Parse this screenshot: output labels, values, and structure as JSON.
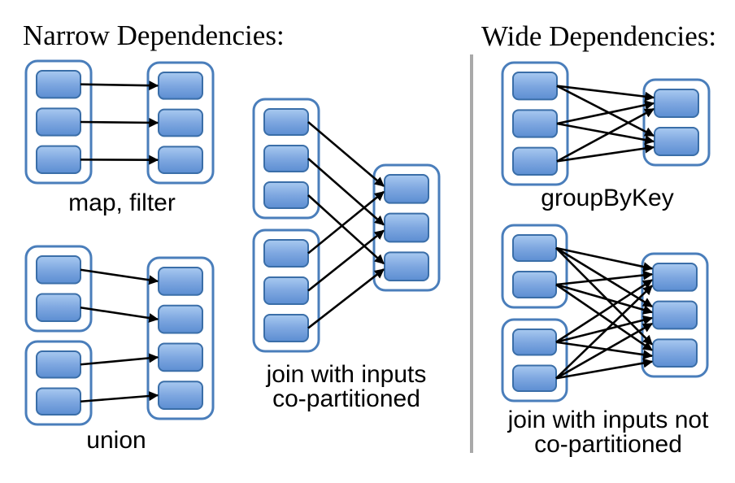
{
  "titles": {
    "narrow": "Narrow Dependencies:",
    "wide": "Wide Dependencies:"
  },
  "colors": {
    "container_border": "#4A7EBB",
    "block_border": "#3A6EA8",
    "block_gradient_top": "#A8C9F0",
    "block_gradient_mid": "#7EA7E0",
    "block_gradient_bottom": "#5C8ED2",
    "arrow": "#000000",
    "divider": "#A9A9A9",
    "text": "#000000"
  },
  "diagrams": [
    {
      "id": "map-filter",
      "section": "narrow",
      "label": "map, filter",
      "containers": [
        {
          "key": "A",
          "role": "input",
          "partitions": 3
        },
        {
          "key": "B",
          "role": "output",
          "partitions": 3
        }
      ],
      "edges": [
        [
          "A",
          0,
          "B",
          0
        ],
        [
          "A",
          1,
          "B",
          1
        ],
        [
          "A",
          2,
          "B",
          2
        ]
      ]
    },
    {
      "id": "union",
      "section": "narrow",
      "label": "union",
      "containers": [
        {
          "key": "A",
          "role": "input",
          "partitions": 2
        },
        {
          "key": "B",
          "role": "input",
          "partitions": 2
        },
        {
          "key": "C",
          "role": "output",
          "partitions": 4
        }
      ],
      "edges": [
        [
          "A",
          0,
          "C",
          0
        ],
        [
          "A",
          1,
          "C",
          1
        ],
        [
          "B",
          0,
          "C",
          2
        ],
        [
          "B",
          1,
          "C",
          3
        ]
      ]
    },
    {
      "id": "join-co-partitioned",
      "section": "narrow",
      "label": "join with inputs co-partitioned",
      "containers": [
        {
          "key": "A",
          "role": "input",
          "partitions": 3
        },
        {
          "key": "B",
          "role": "input",
          "partitions": 3
        },
        {
          "key": "C",
          "role": "output",
          "partitions": 3
        }
      ],
      "edges": [
        [
          "A",
          0,
          "C",
          0
        ],
        [
          "B",
          0,
          "C",
          0
        ],
        [
          "A",
          1,
          "C",
          1
        ],
        [
          "B",
          1,
          "C",
          1
        ],
        [
          "A",
          2,
          "C",
          2
        ],
        [
          "B",
          2,
          "C",
          2
        ]
      ]
    },
    {
      "id": "groupByKey",
      "section": "wide",
      "label": "groupByKey",
      "containers": [
        {
          "key": "A",
          "role": "input",
          "partitions": 3
        },
        {
          "key": "B",
          "role": "output",
          "partitions": 2
        }
      ],
      "edges": [
        [
          "A",
          0,
          "B",
          0
        ],
        [
          "A",
          1,
          "B",
          0
        ],
        [
          "A",
          2,
          "B",
          0
        ],
        [
          "A",
          0,
          "B",
          1
        ],
        [
          "A",
          1,
          "B",
          1
        ],
        [
          "A",
          2,
          "B",
          1
        ]
      ]
    },
    {
      "id": "join-not-co-partitioned",
      "section": "wide",
      "label": "join with inputs not co-partitioned",
      "containers": [
        {
          "key": "A",
          "role": "input",
          "partitions": 2
        },
        {
          "key": "B",
          "role": "input",
          "partitions": 2
        },
        {
          "key": "C",
          "role": "output",
          "partitions": 3
        }
      ],
      "edges": [
        [
          "A",
          0,
          "C",
          0
        ],
        [
          "A",
          1,
          "C",
          0
        ],
        [
          "B",
          0,
          "C",
          0
        ],
        [
          "B",
          1,
          "C",
          0
        ],
        [
          "A",
          0,
          "C",
          1
        ],
        [
          "A",
          1,
          "C",
          1
        ],
        [
          "B",
          0,
          "C",
          1
        ],
        [
          "B",
          1,
          "C",
          1
        ],
        [
          "A",
          0,
          "C",
          2
        ],
        [
          "A",
          1,
          "C",
          2
        ],
        [
          "B",
          0,
          "C",
          2
        ],
        [
          "B",
          1,
          "C",
          2
        ]
      ]
    }
  ]
}
